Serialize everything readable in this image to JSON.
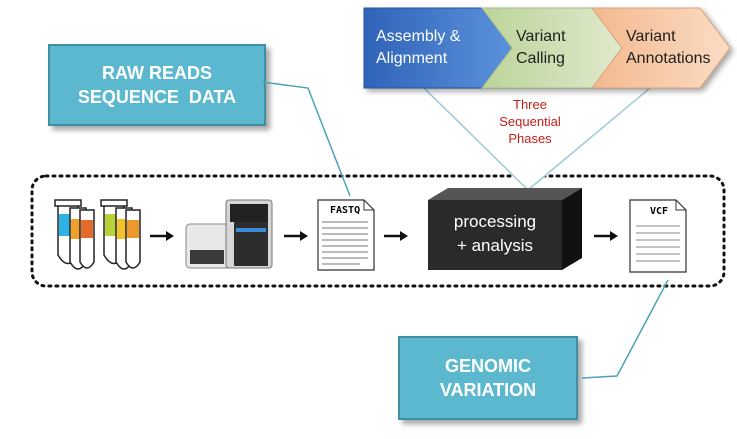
{
  "callouts": {
    "raw_reads_line1": "RAW READS",
    "raw_reads_line2": "SEQUENCE  DATA",
    "genomic_line1": "GENOMIC",
    "genomic_line2": "VARIATION"
  },
  "phases": [
    {
      "line1": "Assembly &",
      "line2": "Alignment",
      "color": "#3a74c8"
    },
    {
      "line1": "Variant",
      "line2": "Calling",
      "color": "#cfe0b4"
    },
    {
      "line1": "Variant",
      "line2": "Annotations",
      "color": "#f6c9a6"
    }
  ],
  "phases_label": {
    "line1": "Three",
    "line2": "Sequential",
    "line3": "Phases"
  },
  "pipeline": {
    "fastq_title": "FASTQ",
    "processing_line1": "processing",
    "processing_line2": "+ analysis",
    "vcf_title": "VCF"
  },
  "colors": {
    "callout": "#5bb8ce",
    "processing_box": "#2a2a2a",
    "phase_label": "#c0201a"
  }
}
